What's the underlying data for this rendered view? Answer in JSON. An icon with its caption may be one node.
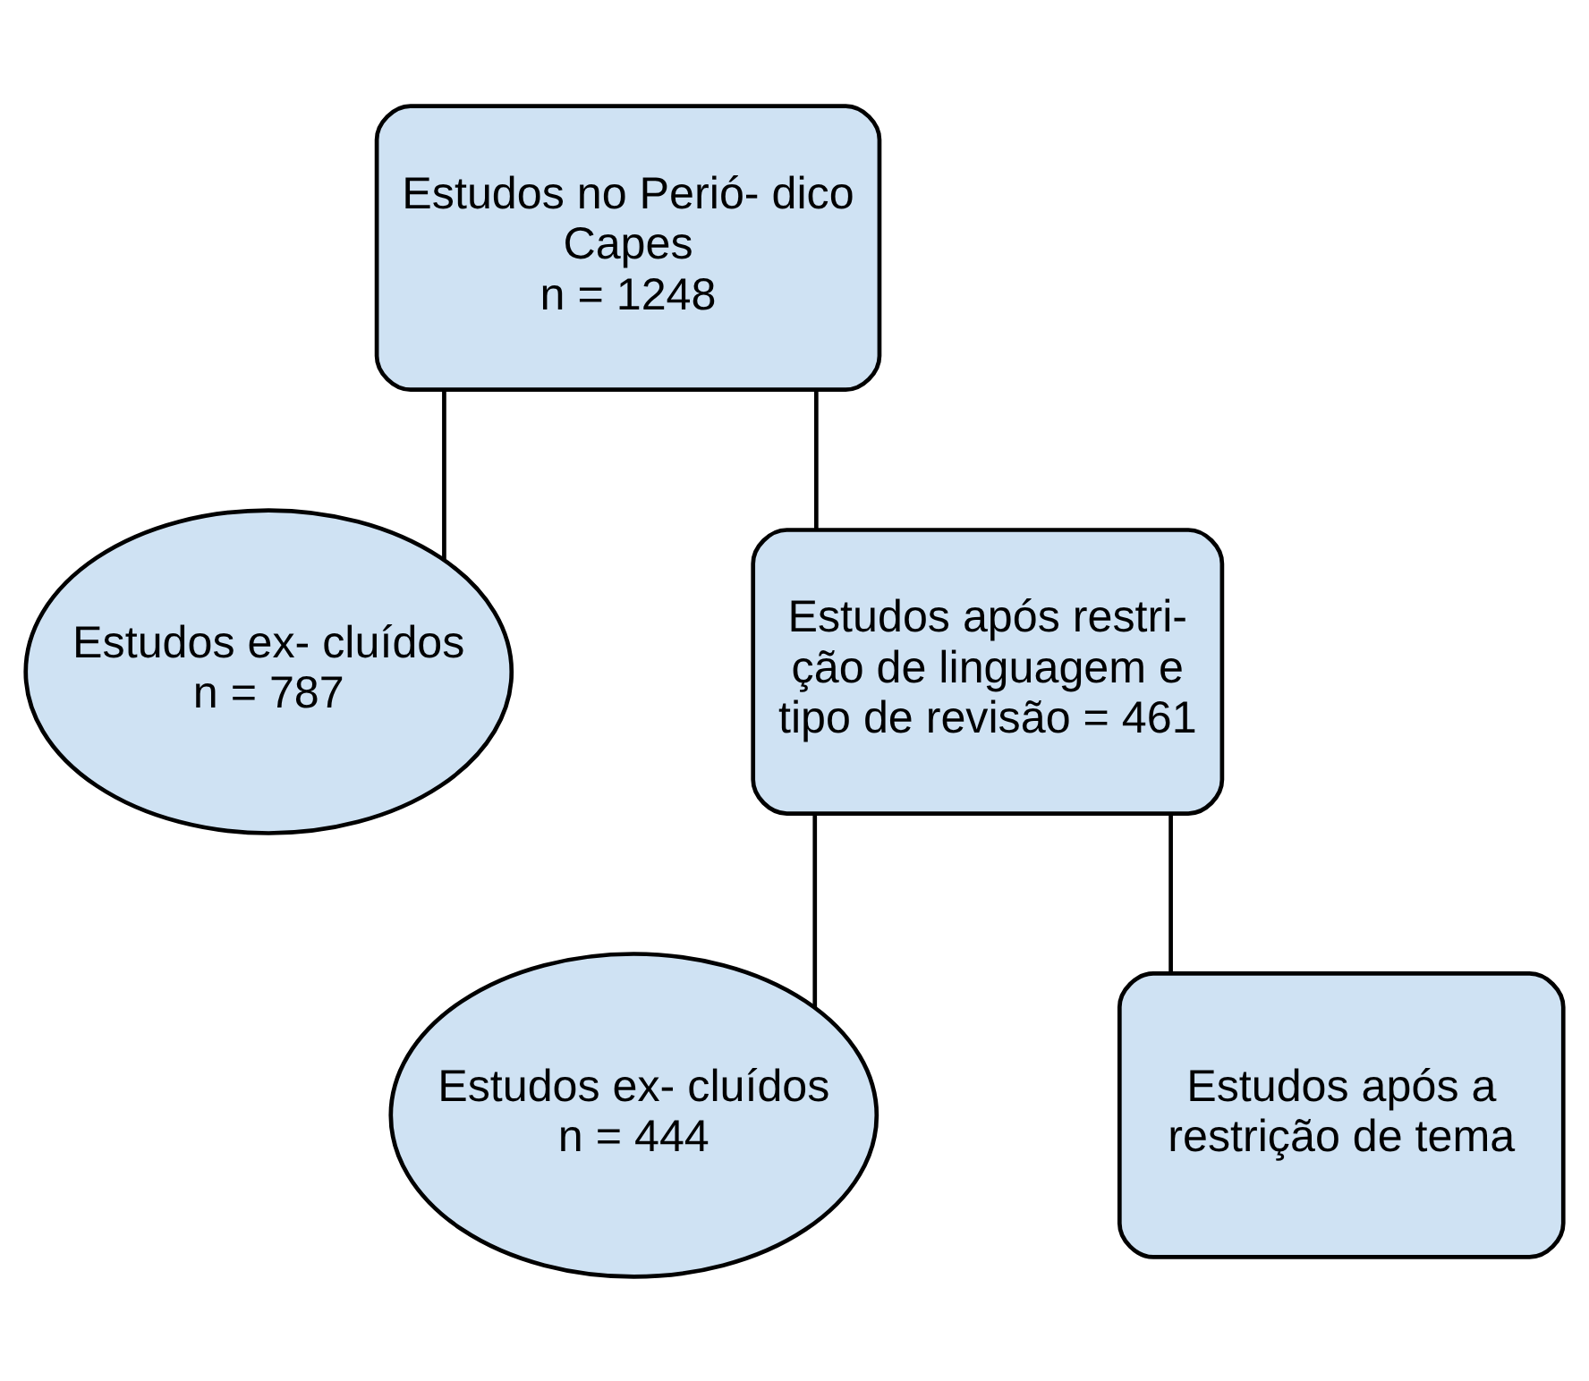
{
  "diagram": {
    "nodes": [
      {
        "text": [
          "Estudos no Perió- dico Capes",
          "n = 1248"
        ]
      },
      {
        "text": [
          "Estudos ex- cluídos",
          "n = 787"
        ]
      },
      {
        "text": [
          "Estudos após restri- ção de linguagem e tipo de revisão = 461"
        ]
      },
      {
        "text": [
          "Estudos ex- cluídos",
          "n = 444"
        ]
      },
      {
        "text": [
          "Estudos após a restrição de tema"
        ]
      }
    ],
    "edges": [
      {
        "from": 0,
        "to": 2,
        "arrow": "none"
      },
      {
        "from": 0,
        "to": 1,
        "arrow": "none"
      },
      {
        "from": 2,
        "to": 4,
        "arrow": "none"
      },
      {
        "from": 2,
        "to": 3,
        "arrow": "none"
      }
    ]
  }
}
